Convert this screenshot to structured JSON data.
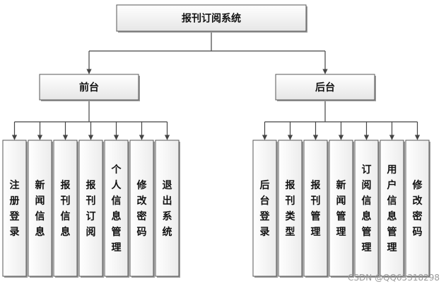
{
  "root": {
    "label": "报刊订阅系统"
  },
  "branches": [
    {
      "label": "前台",
      "children": [
        "注册登录",
        "新闻信息",
        "报刊信息",
        "报刊订阅",
        "个人信息管理",
        "修改密码",
        "退出系统"
      ]
    },
    {
      "label": "后台",
      "children": [
        "后台登录",
        "报刊类型",
        "报刊管理",
        "新闻管理",
        "订阅信息管理",
        "用户信息管理",
        "修改密码"
      ]
    }
  ],
  "watermark": "CSDN @QQ65318298"
}
